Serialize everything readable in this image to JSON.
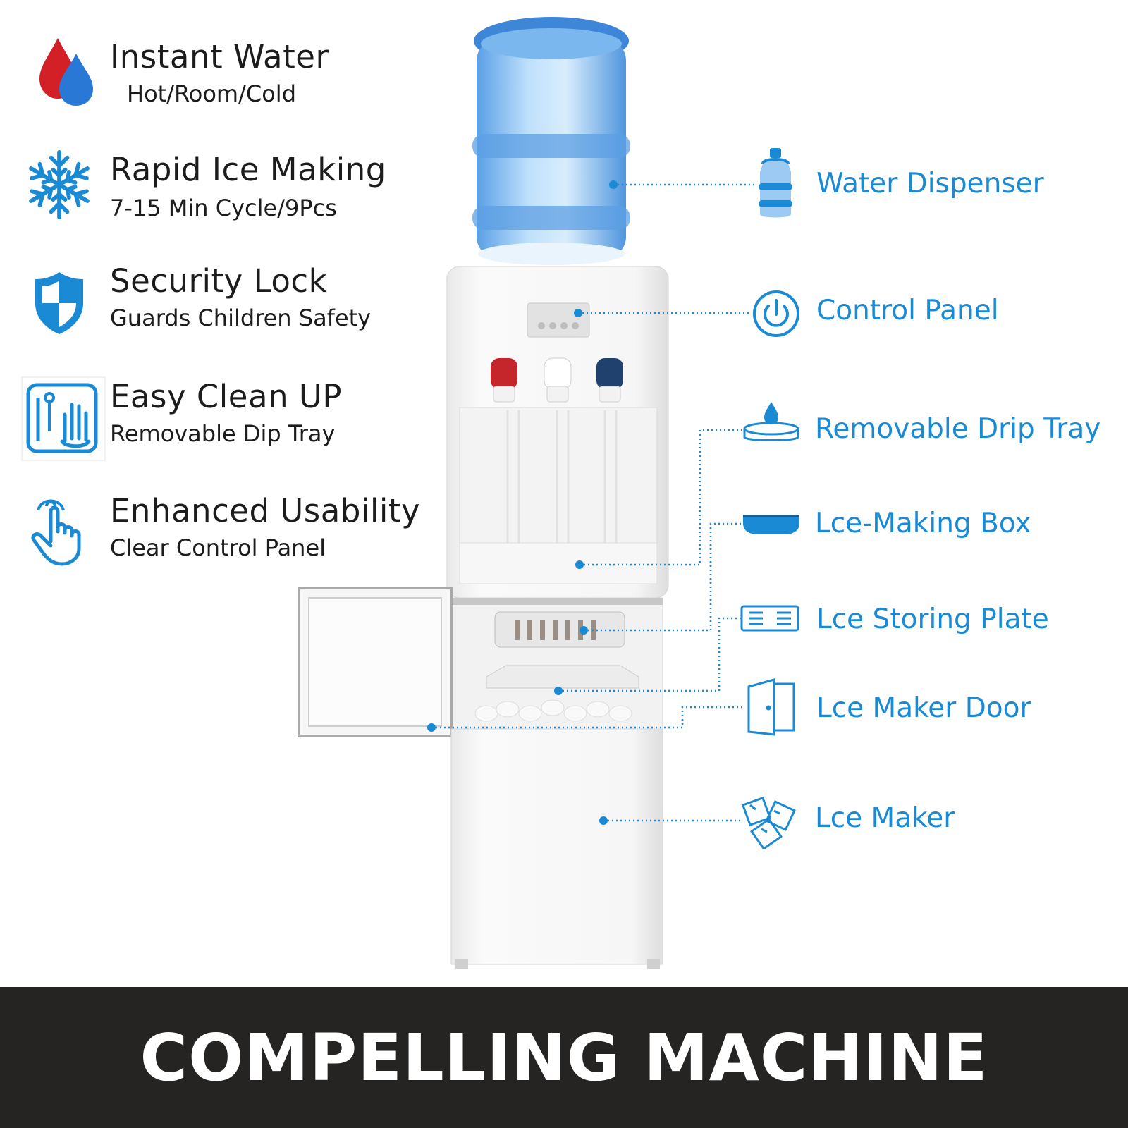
{
  "features": [
    {
      "title": "Instant Water",
      "sub": "Hot/Room/Cold",
      "icon": "water-drops-icon"
    },
    {
      "title": "Rapid Ice Making",
      "sub": "7-15 Min Cycle/9Pcs",
      "icon": "snowflake-icon"
    },
    {
      "title": "Security Lock",
      "sub": "Guards Children Safety",
      "icon": "shield-icon"
    },
    {
      "title": "Easy Clean UP",
      "sub": "Removable Dip Tray",
      "icon": "clean-hand-icon"
    },
    {
      "title": "Enhanced Usability",
      "sub": "Clear Control Panel",
      "icon": "touch-hand-icon"
    }
  ],
  "callouts": [
    {
      "label": "Water Dispenser",
      "icon": "water-bottle-icon"
    },
    {
      "label": "Control Panel",
      "icon": "power-icon"
    },
    {
      "label": "Removable Drip Tray",
      "icon": "drip-tray-icon"
    },
    {
      "label": "Lce-Making Box",
      "icon": "ice-box-icon"
    },
    {
      "label": "Lce Storing Plate",
      "icon": "storing-plate-icon"
    },
    {
      "label": "Lce Maker Door",
      "icon": "door-icon"
    },
    {
      "label": "Lce Maker",
      "icon": "ice-cubes-icon"
    }
  ],
  "footer": {
    "title": "COMPELLING MACHINE"
  },
  "colors": {
    "accent": "#1a8ad4",
    "footer_bg": "#262323",
    "text": "#1c1c1c"
  }
}
